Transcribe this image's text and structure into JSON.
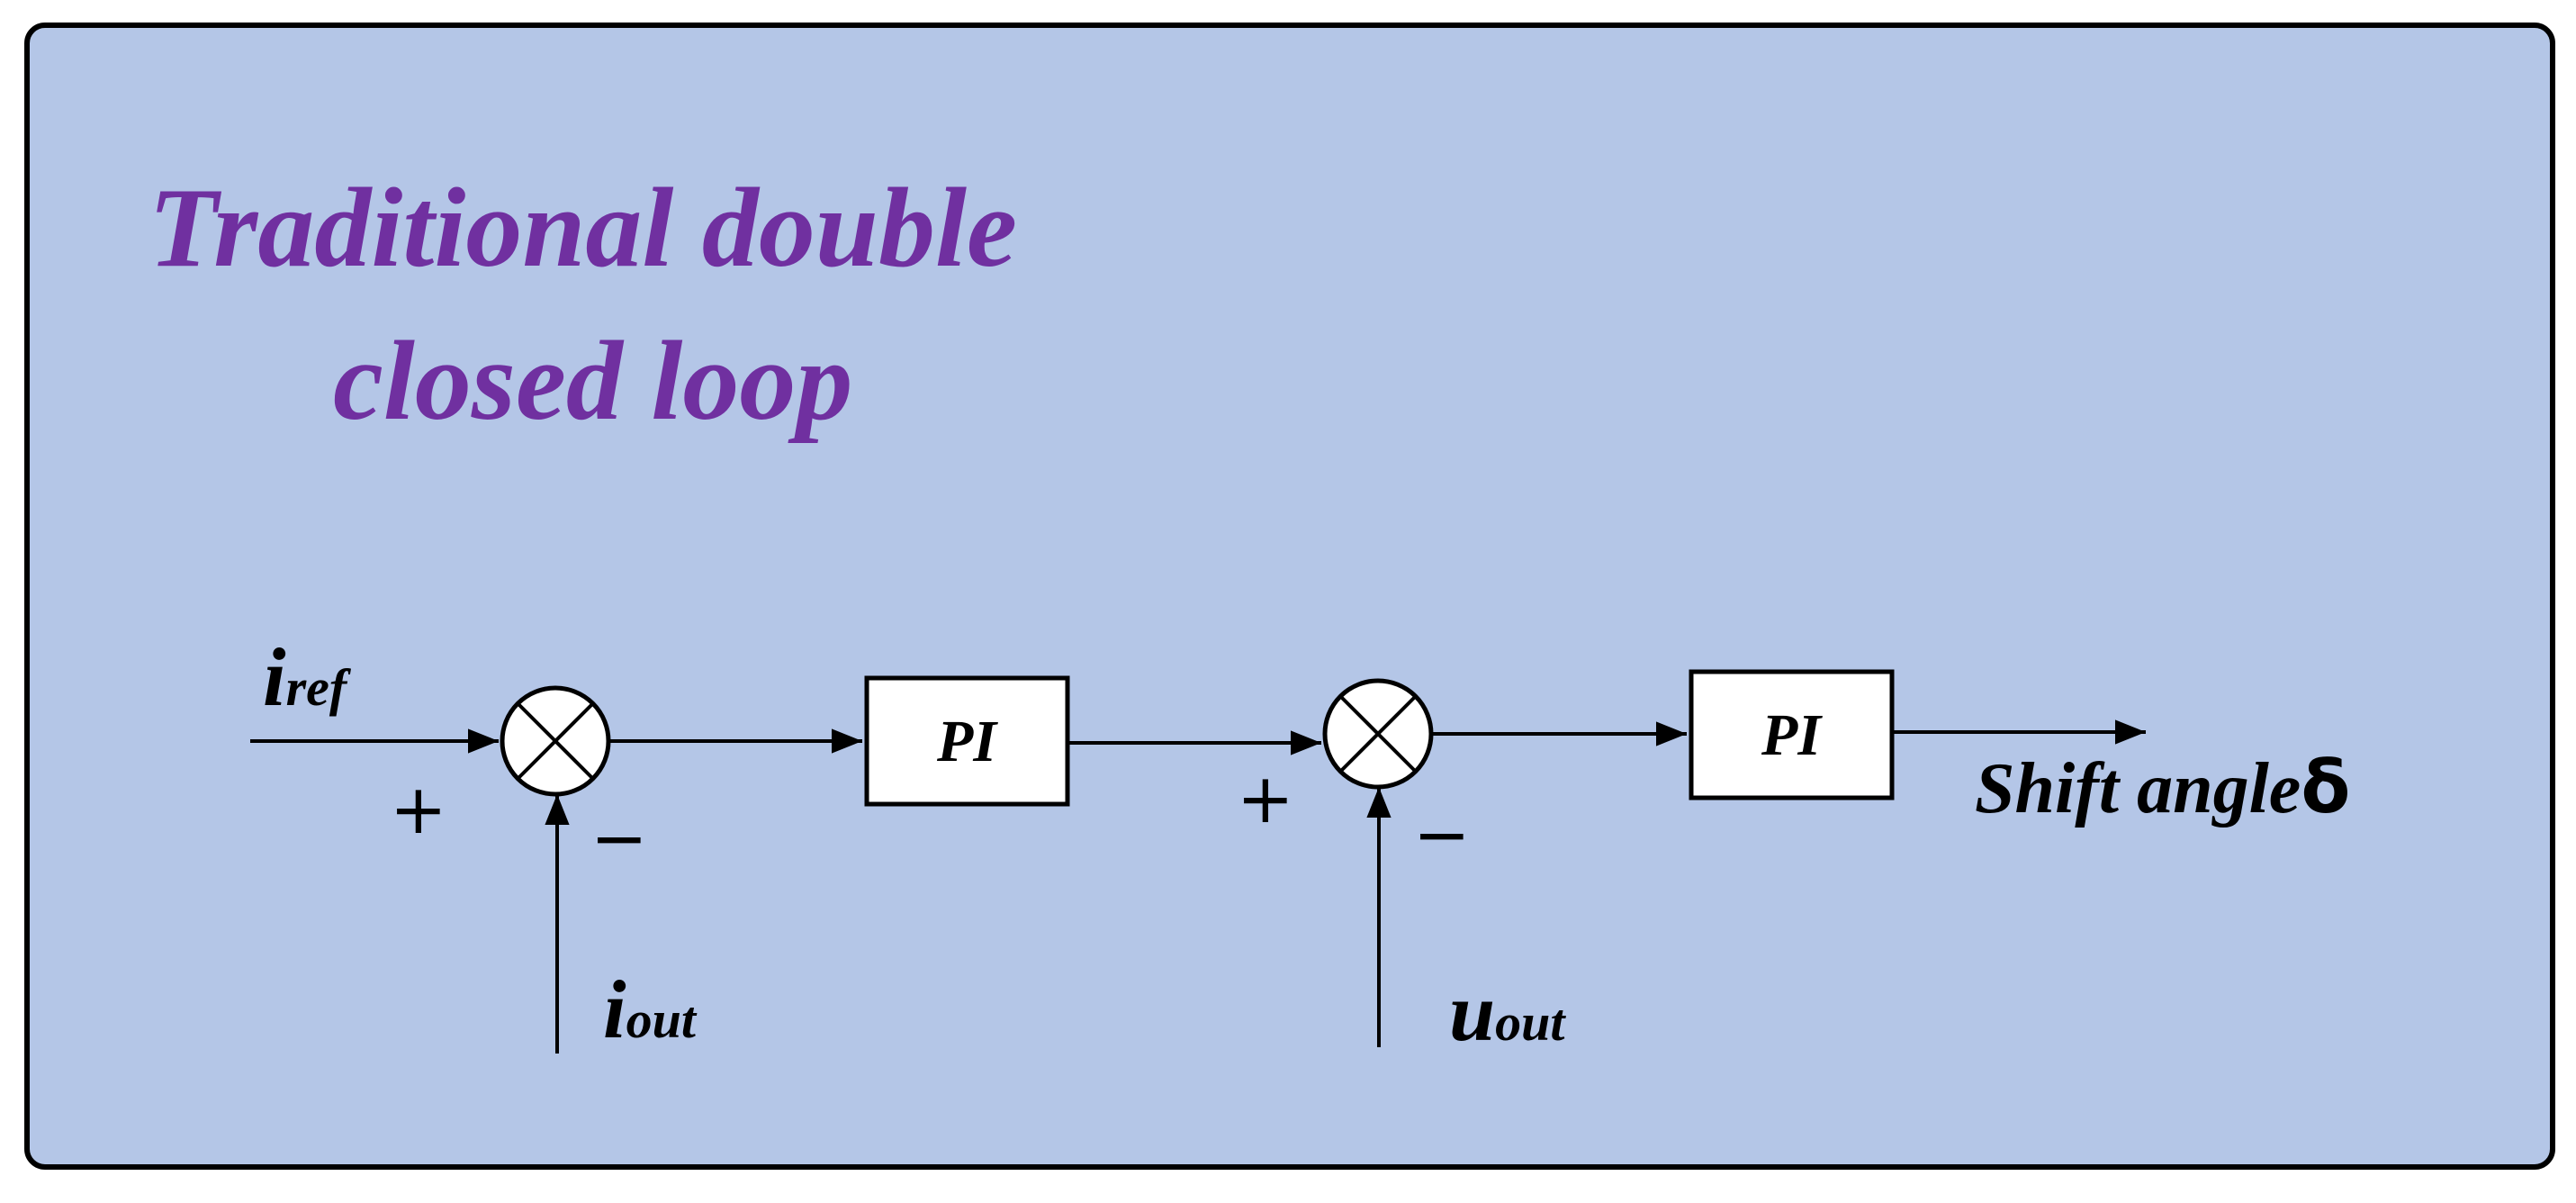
{
  "title": {
    "line1": "Traditional double",
    "line2": "closed loop"
  },
  "colors": {
    "panel_fill": "#b4c6e7",
    "panel_border": "#000000",
    "title_color": "#7030a0",
    "line_color": "#000000",
    "block_fill": "#ffffff"
  },
  "inputs": {
    "i_ref": {
      "main": "i",
      "sub": "ref"
    },
    "i_out": {
      "main": "i",
      "sub": "out"
    },
    "u_out": {
      "main": "u",
      "sub": "out"
    }
  },
  "signs": {
    "sum1_plus": "+",
    "sum1_minus": "−",
    "sum2_plus": "+",
    "sum2_minus": "−"
  },
  "blocks": {
    "pi1": "PI",
    "pi2": "PI"
  },
  "output": {
    "label": "Shift angle",
    "symbol": "δ"
  }
}
